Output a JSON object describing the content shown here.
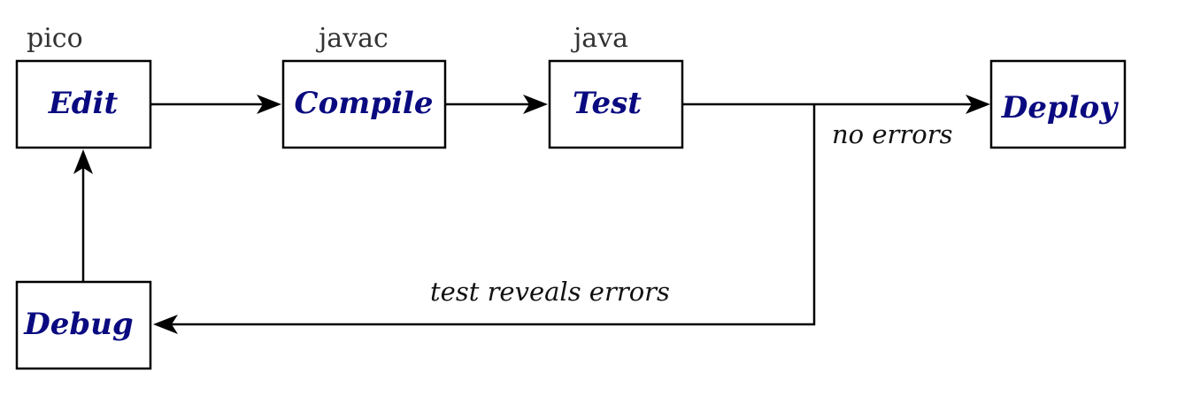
{
  "stages": {
    "edit": {
      "label": "Edit",
      "tool": "pico"
    },
    "compile": {
      "label": "Compile",
      "tool": "javac"
    },
    "test": {
      "label": "Test",
      "tool": "java"
    },
    "deploy": {
      "label": "Deploy"
    },
    "debug": {
      "label": "Debug"
    }
  },
  "edges": {
    "no_errors": "no errors",
    "test_reveals_errors": "test reveals errors"
  },
  "colors": {
    "stage_label": "#0a0a80",
    "tool_label": "#333333",
    "line": "#000000"
  }
}
